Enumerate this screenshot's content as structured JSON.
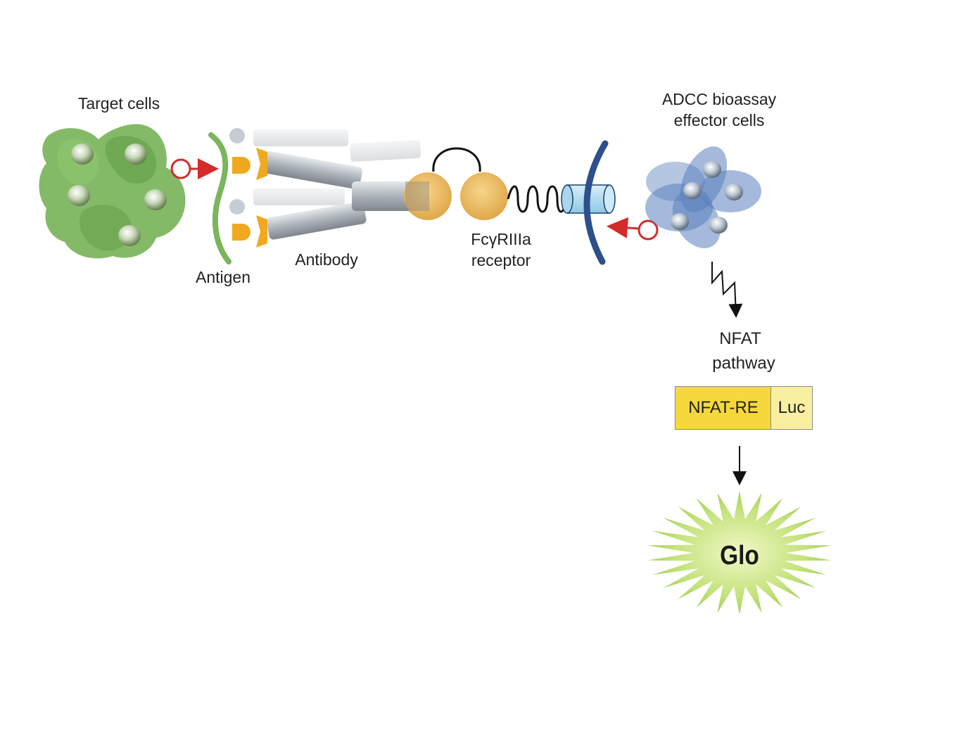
{
  "labels": {
    "target_cells": "Target cells",
    "antigen": "Antigen",
    "antibody": "Antibody",
    "receptor_line1": "FcγRIIIa",
    "receptor_line2": "receptor",
    "effector_line1": "ADCC bioassay",
    "effector_line2": "effector cells",
    "pathway_line1": "NFAT",
    "pathway_line2": "pathway",
    "glo": "Glo"
  },
  "reporter": {
    "response_element": "NFAT-RE",
    "gene": "Luc"
  },
  "colors": {
    "target_cell": "#79b45a",
    "antigen": "#7bb55c",
    "epitope": "#f0a91f",
    "antibody": "#a9aeb4",
    "fc_domain": "#e8b552",
    "receptor_membrane": "#2d4f8c",
    "effector_cell": "#5a80bd",
    "arrow_red": "#d42b2b",
    "reporter_re": "#f6d83c",
    "reporter_luc": "#f8f0a0",
    "glo_burst": "#bde06a"
  }
}
